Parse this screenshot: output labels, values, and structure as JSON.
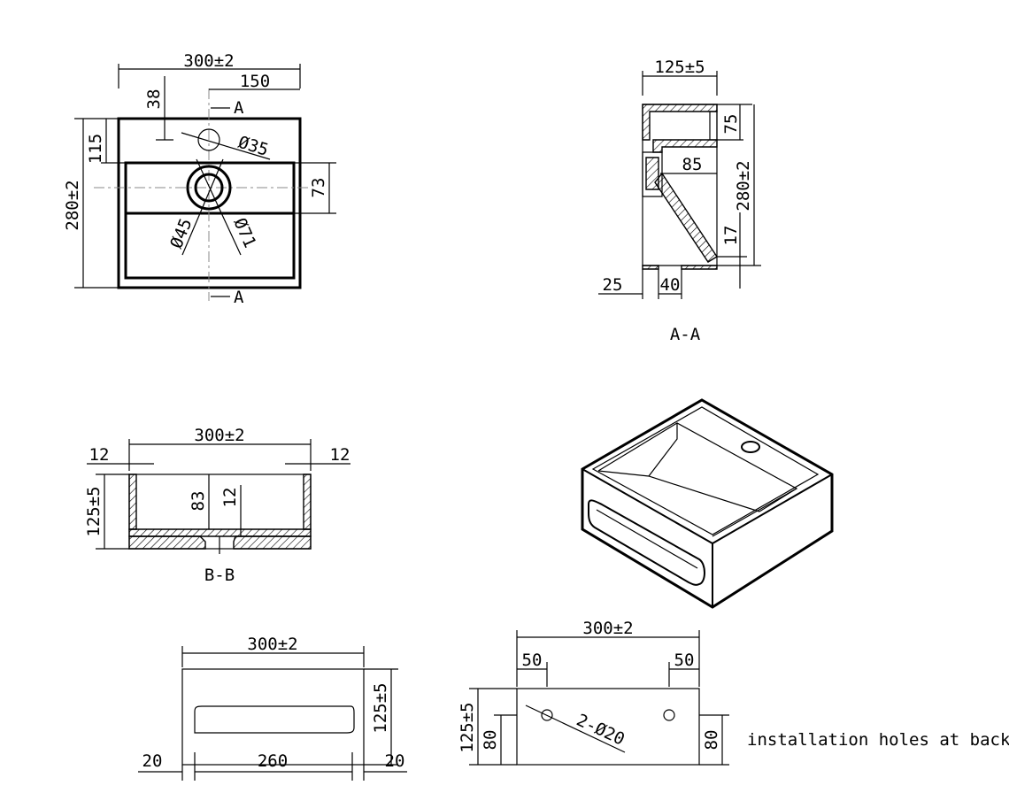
{
  "top_view": {
    "width": "300±2",
    "offset_38": "38",
    "offset_150": "150",
    "section_mark": "A",
    "dia_35": "Ø35",
    "height_115": "115",
    "height": "280±2",
    "dim_73": "73",
    "dia_45": "Ø45",
    "dia_71": "Ø71"
  },
  "section_aa": {
    "depth": "125±5",
    "dim_75": "75",
    "dim_85": "85",
    "height": "280±2",
    "dim_17": "17",
    "dim_25": "25",
    "dim_40": "40",
    "title": "A-A"
  },
  "section_bb": {
    "width": "300±2",
    "wall_left": "12",
    "wall_right": "12",
    "height": "125±5",
    "depth_83": "83",
    "bottom_12": "12",
    "title": "B-B"
  },
  "front_view": {
    "width": "300±2",
    "height": "125±5",
    "left_margin": "20",
    "opening": "260",
    "right_margin": "20"
  },
  "back_view": {
    "width": "300±2",
    "left_50": "50",
    "right_50": "50",
    "height": "125±5",
    "hole_height_left": "80",
    "hole_height_right": "80",
    "holes": "2-Ø20",
    "note": "installation holes at back side"
  }
}
